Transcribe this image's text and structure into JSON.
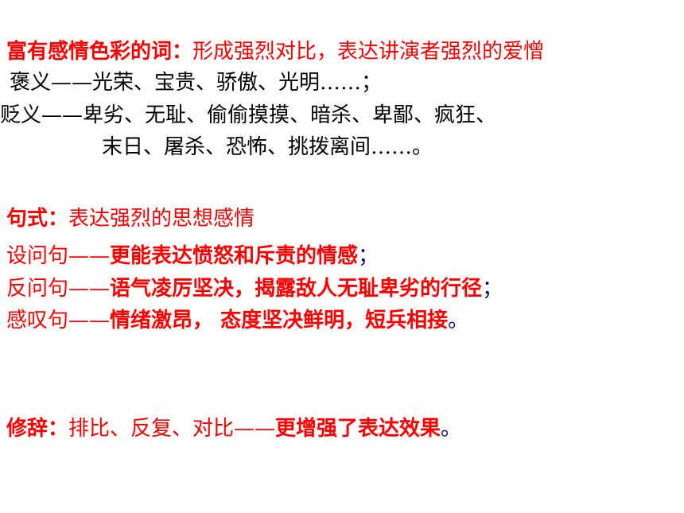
{
  "section_words": {
    "heading": "富有感情色彩的词：",
    "heading_desc": "形成强烈对比，表达讲演者强烈的爱憎",
    "commendatory": "褒义——光荣、宝贵、骄傲、光明……；",
    "derogatory_1": "贬义——卑劣、无耻、偷偷摸摸、暗杀、卑鄙、疯狂、",
    "derogatory_2": "末日、屠杀、恐怖、挑拨离间……。"
  },
  "section_sentences": {
    "heading": "句式：",
    "heading_desc": "表达强烈的思想感情",
    "question_label": "设问句——",
    "question_effect": "更能表达愤怒和斥责的情感",
    "question_end": "；",
    "rhetorical_label": "反问句——",
    "rhetorical_effect": "语气凌厉坚决，揭露敌人无耻卑劣的行径",
    "rhetorical_end": "；",
    "exclamatory_label": "感叹句——",
    "exclamatory_effect": "情绪激昂， 态度坚决鲜明，短兵相接",
    "exclamatory_end": "。"
  },
  "section_rhetoric": {
    "heading": "修辞：",
    "devices": "排比、反复、对比——",
    "effect": "更增强了表达效果",
    "end": "。"
  },
  "colors": {
    "heading": "#ff0000",
    "body": "#000000",
    "punctuation": "#000080"
  }
}
